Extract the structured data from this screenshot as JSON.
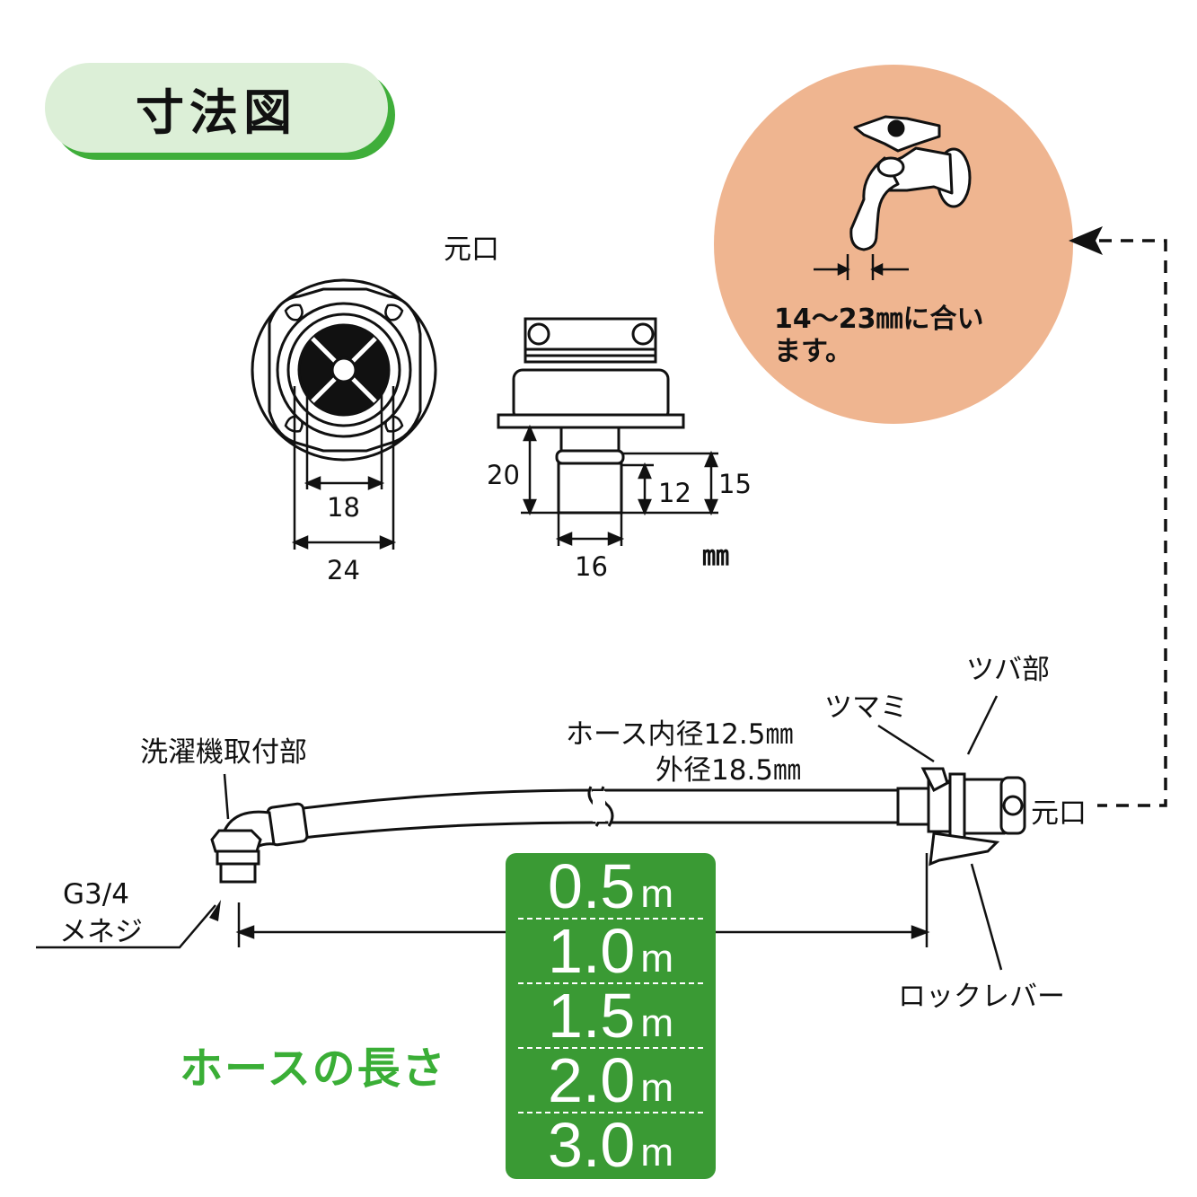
{
  "title": "寸法図",
  "colors": {
    "title_pill": "#dcefd7",
    "title_shadow": "#3fae3a",
    "faucet_circle": "#efb590",
    "length_box": "#3a9a34",
    "hose_length_title": "#3aae36"
  },
  "faucet_note": {
    "line1": "14〜23㎜に合い",
    "line2": "ます。"
  },
  "motoguchi": {
    "heading": "元口",
    "front_dims": [
      "18",
      "24"
    ],
    "side_dims": [
      "20",
      "12",
      "15",
      "16"
    ],
    "unit": "㎜"
  },
  "hose": {
    "inner_diameter": "ホース内径12.5㎜",
    "outer_diameter": "外径18.5㎜",
    "labels": {
      "washer_attach": "洗濯機取付部",
      "thread_line1": "G3/4",
      "thread_line2": "メネジ",
      "knob": "ツマミ",
      "flange": "ツバ部",
      "motoguchi": "元口",
      "lock_lever": "ロックレバー"
    }
  },
  "hose_length": {
    "title": "ホースの長さ",
    "unit": "m",
    "options": [
      "0.5",
      "1.0",
      "1.5",
      "2.0",
      "3.0"
    ]
  }
}
